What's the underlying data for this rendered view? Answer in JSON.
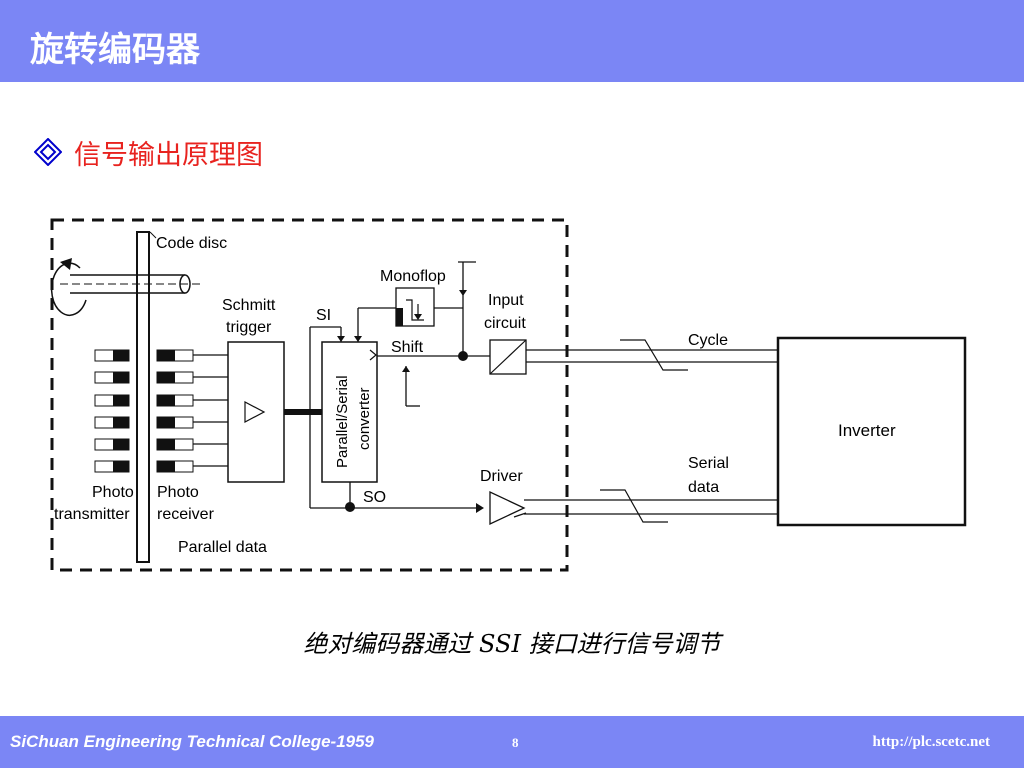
{
  "slide": {
    "title": "旋转编码器",
    "bullet": "信号输出原理图",
    "caption": "绝对编码器通过 SSI 接口进行信号调节"
  },
  "diagram": {
    "code_disc": "Code disc",
    "schmitt_line1": "Schmitt",
    "schmitt_line2": "trigger",
    "si": "SI",
    "monoflop": "Monoflop",
    "input_line1": "Input",
    "input_line2": "circuit",
    "shift": "Shift",
    "converter_line1": "Parallel/Serial",
    "converter_line2": "converter",
    "cycle": "Cycle",
    "inverter": "Inverter",
    "serial_line1": "Serial",
    "serial_line2": "data",
    "driver": "Driver",
    "so": "SO",
    "photo_tx_line1": "Photo",
    "photo_tx_line2": "transmitter",
    "photo_rx_line1": "Photo",
    "photo_rx_line2": "receiver",
    "parallel_data": "Parallel data"
  },
  "footer": {
    "college": "SiChuan Engineering Technical College-1959",
    "page": "8",
    "url": "http://plc.scetc.net"
  },
  "colors": {
    "bar": "#7b86f5",
    "bullet": "#e8231f",
    "text": "#000000"
  }
}
